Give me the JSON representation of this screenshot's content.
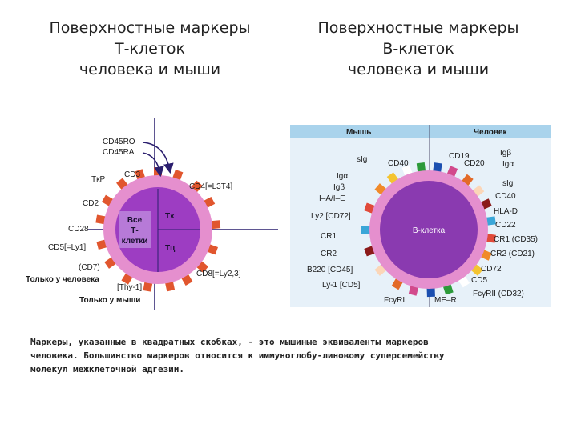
{
  "headings": {
    "t_cells": [
      "Поверхностные маркеры",
      "Т-клеток",
      "человека и мыши"
    ],
    "b_cells": [
      "Поверхностные маркеры",
      "В-клеток",
      "человека и мыши"
    ]
  },
  "t_diagram": {
    "labels": {
      "cd45ro": "CD45RO",
      "cd45ra": "CD45RA",
      "tcr": "TкP",
      "cd3": "CD3",
      "cd4": "CD4[=L3T4]",
      "cd2": "CD2",
      "cd28": "CD28",
      "cd5": "CD5[=Ly1]",
      "cd7": "(CD7)",
      "only_human": "Только у человека",
      "thy1": "[Thy-1]",
      "only_mouse": "Только у мыши",
      "cd8": "CD8[=Ly2,3]",
      "th": "Tx",
      "tc": "Tц"
    },
    "center": [
      "Все",
      "Т-",
      "клетки"
    ],
    "colors": {
      "outer": "#e58fce",
      "inner": "#9d3dc2",
      "marker": "#e1562e",
      "axis": "#2a1e6e",
      "background": "#ffffff"
    }
  },
  "b_diagram": {
    "header": {
      "mouse": "Мышь",
      "human": "Человек"
    },
    "labels_left": {
      "sig": "sIg",
      "cd40": "CD40",
      "iga": "Igα",
      "igb": "Igβ",
      "iaie": "I–A/I–E",
      "ly2": "Ly2 [CD72]",
      "cr1": "CR1",
      "cr2": "CR2",
      "b220": "B220 [CD45]",
      "ly1": "Ly-1 [CD5]",
      "fcgr2": "FcγRII"
    },
    "labels_right": {
      "cd19": "CD19",
      "cd20": "CD20",
      "igb": "Igβ",
      "iga": "Igα",
      "sig": "sIg",
      "cd40": "CD40",
      "hladr": "HLA-D",
      "cd22": "CD22",
      "cr1": "CR1 (CD35)",
      "cr2": "CR2 (CD21)",
      "cd72": "CD72",
      "cd5": "CD5",
      "fcgr2": "FcγRII (CD32)",
      "mer": "ME–R"
    },
    "center": "В-клетка",
    "colors": {
      "panel": "#e7f1f9",
      "header": "#a9d3ec",
      "outer": "#e58fce",
      "inner": "#8a3ab0",
      "axis": "#4c4c6c"
    }
  },
  "caption": [
    "Маркеры, указанные в квадратных скобках, - это мышиные эквиваленты маркеров",
    "человека. Большинство маркеров относится к иммуноглобу-линовому суперсемейству",
    "молекул межклеточной адгезии."
  ]
}
